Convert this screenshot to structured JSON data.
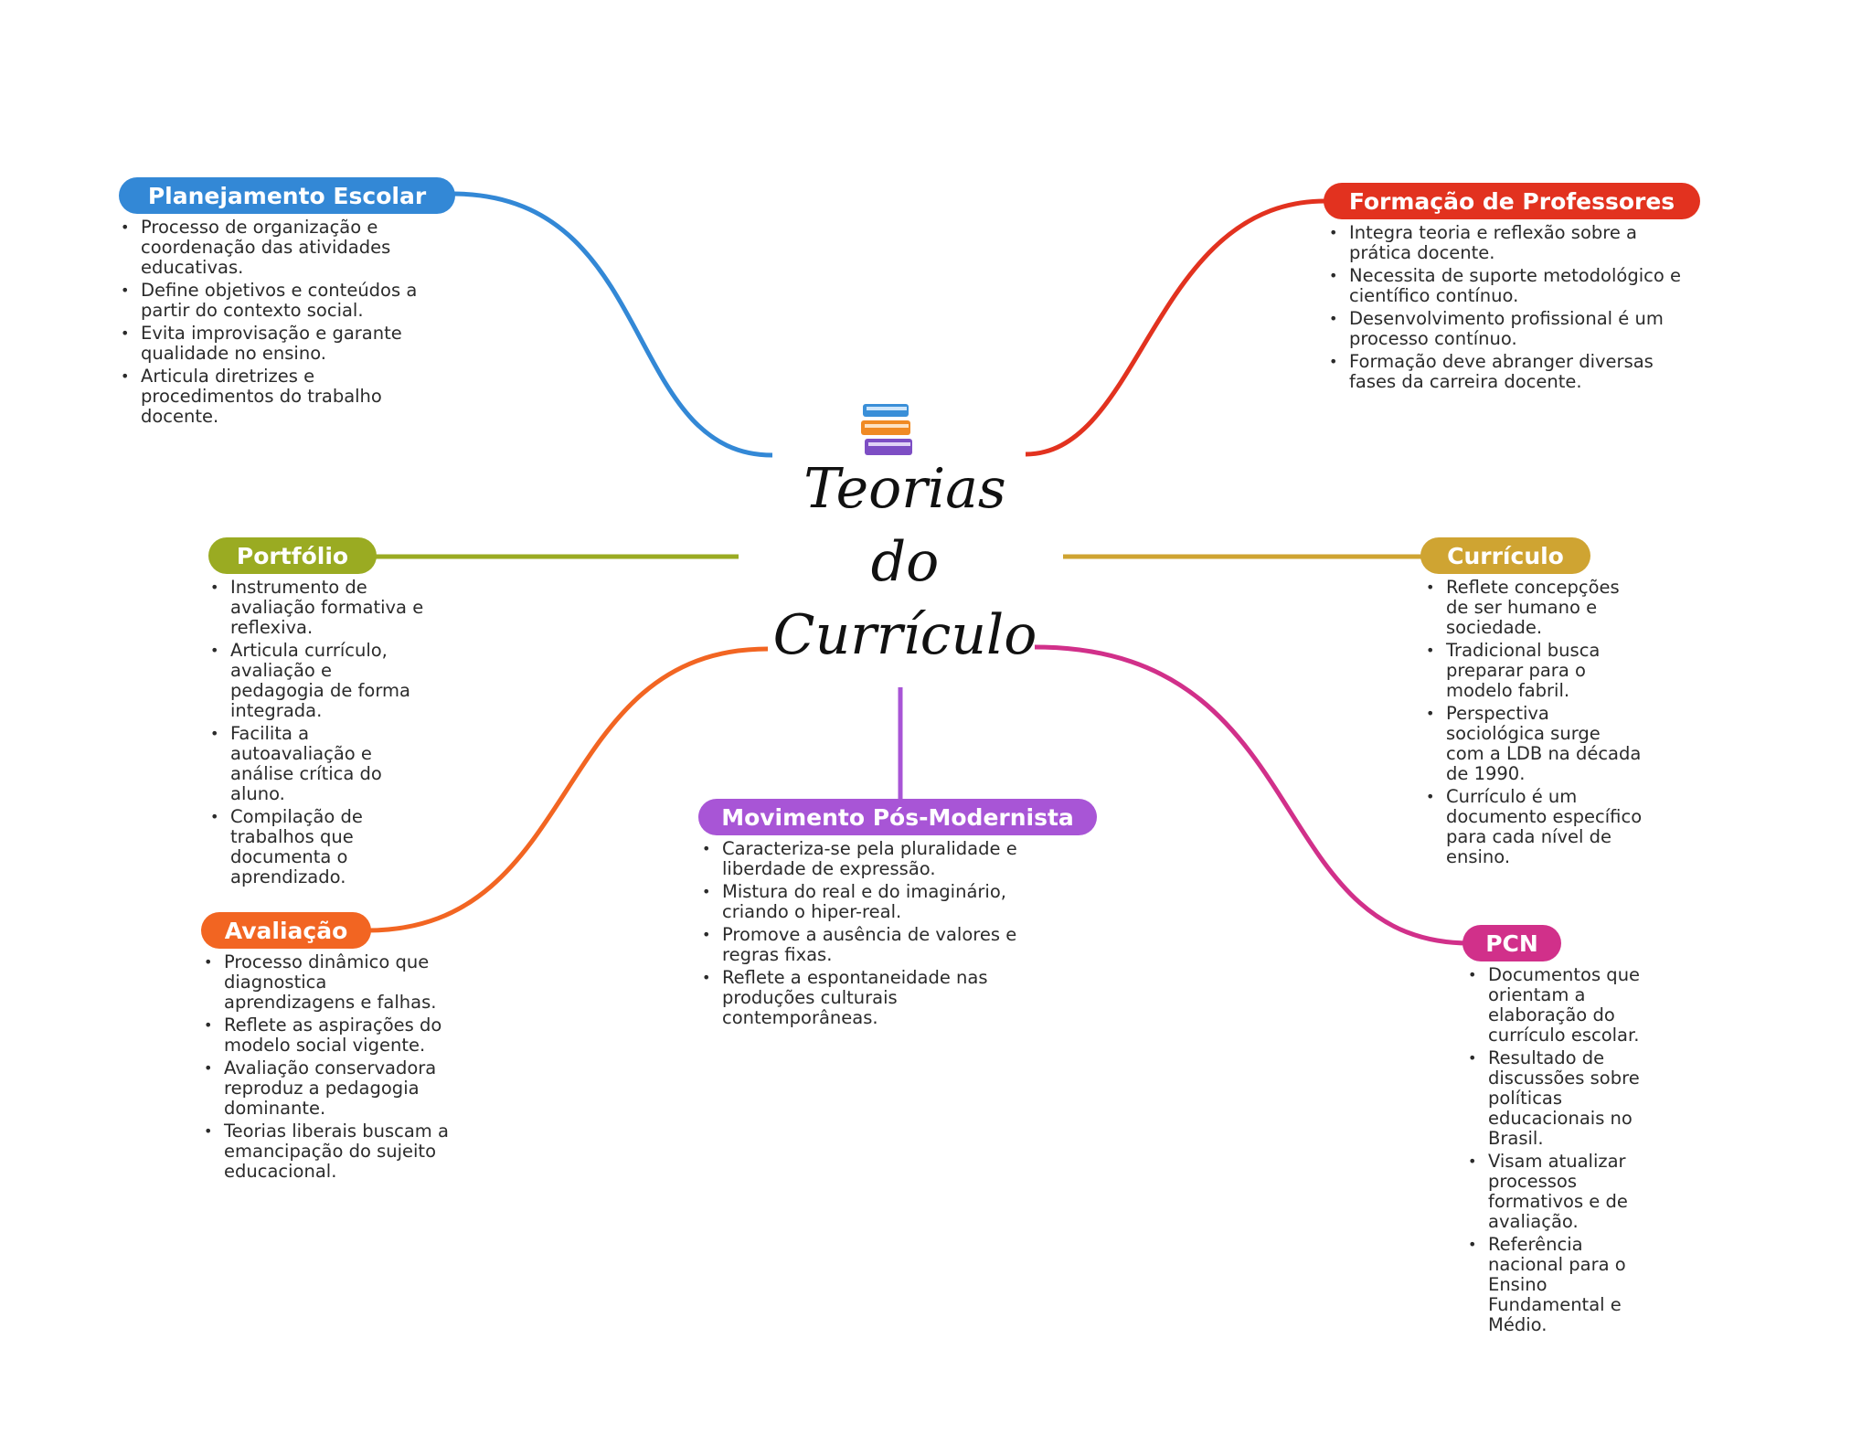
{
  "center": {
    "title_lines": [
      "Teorias",
      "do",
      "Currículo"
    ],
    "icon": "books-icon"
  },
  "topics": {
    "planejamento": {
      "title": "Planejamento Escolar",
      "color": "#3388d6",
      "items": [
        "Processo de organização e coordenação das atividades educativas.",
        "Define objetivos e conteúdos a partir do contexto social.",
        "Evita improvisação e garante qualidade no ensino.",
        "Articula diretrizes e procedimentos do trabalho docente."
      ]
    },
    "formacao": {
      "title": "Formação de Professores",
      "color": "#e2321f",
      "items": [
        "Integra teoria e reflexão sobre a prática docente.",
        "Necessita de suporte metodológico e científico contínuo.",
        "Desenvolvimento profissional é um processo contínuo.",
        "Formação deve abranger diversas fases da carreira docente."
      ]
    },
    "portfolio": {
      "title": "Portfólio",
      "color": "#9aab22",
      "items": [
        "Instrumento de avaliação formativa e reflexiva.",
        "Articula currículo, avaliação e pedagogia de forma integrada.",
        "Facilita a autoavaliação e análise crítica do aluno.",
        "Compilação de trabalhos que documenta o aprendizado."
      ]
    },
    "curriculo": {
      "title": "Currículo",
      "color": "#cfa432",
      "items": [
        "Reflete concepções de ser humano e sociedade.",
        "Tradicional busca preparar para o modelo fabril.",
        "Perspectiva sociológica surge com a LDB na década de 1990.",
        "Currículo é um documento específico para cada nível de ensino."
      ]
    },
    "pos_moderno": {
      "title": "Movimento Pós-Modernista",
      "color": "#a855d6",
      "items": [
        "Caracteriza-se pela pluralidade e liberdade de expressão.",
        "Mistura do real e do imaginário, criando o hiper-real.",
        "Promove a ausência de valores e regras fixas.",
        "Reflete a espontaneidade nas produções culturais contemporâneas."
      ]
    },
    "avaliacao": {
      "title": "Avaliação",
      "color": "#f26522",
      "items": [
        "Processo dinâmico que diagnostica aprendizagens e falhas.",
        "Reflete as aspirações do modelo social vigente.",
        "Avaliação conservadora reproduz a pedagogia dominante.",
        "Teorias liberais buscam a emancipação do sujeito educacional."
      ]
    },
    "pcn": {
      "title": "PCN",
      "color": "#d1308a",
      "items": [
        "Documentos que orientam a elaboração do currículo escolar.",
        "Resultado de discussões sobre políticas educacionais no Brasil.",
        "Visam atualizar processos formativos e de avaliação.",
        "Referência nacional para o Ensino Fundamental e Médio."
      ]
    }
  }
}
